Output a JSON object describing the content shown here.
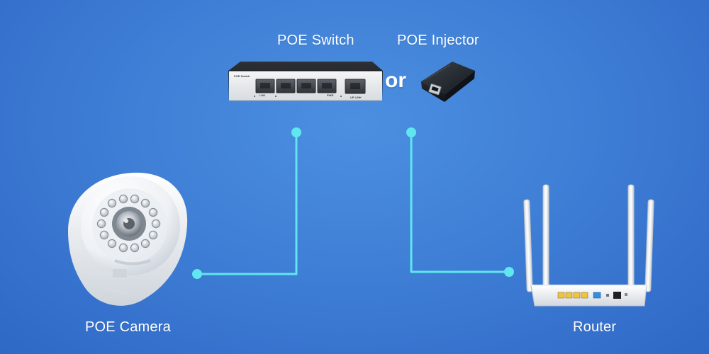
{
  "labels": {
    "poe_switch": "POE Switch",
    "poe_injector": "POE Injector",
    "or": "or",
    "poe_camera": "POE Camera",
    "router": "Router"
  },
  "switch_panel": {
    "brand": "POE Switch",
    "lnk": "LNK",
    "pwr": "PWR",
    "uplink": "UP LINK"
  },
  "colors": {
    "background": "#3f7fd6",
    "connector": "#5fe6ee",
    "text": "#ffffff"
  },
  "icons": {
    "switch": "network-switch-icon",
    "injector": "poe-injector-icon",
    "camera": "dome-camera-icon",
    "router": "wifi-router-icon"
  }
}
